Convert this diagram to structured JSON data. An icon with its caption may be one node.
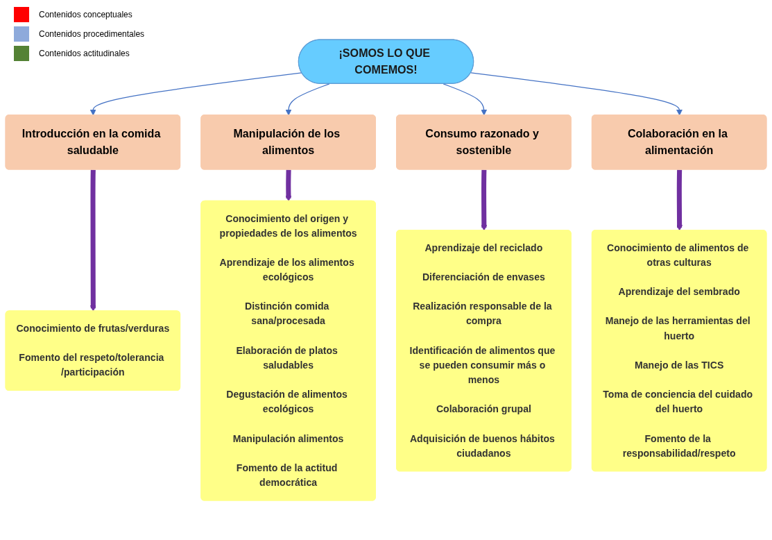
{
  "diagram": {
    "nodes": [
      {
        "text": [
          "¡SOMOS LO QUE COMEMOS!"
        ]
      },
      {
        "text": [
          "Introducción en la comida saludable"
        ]
      },
      {
        "text": [
          "Manipulación de los alimentos"
        ]
      },
      {
        "text": [
          "Consumo razonado y sostenible"
        ]
      },
      {
        "text": [
          "Colaboración en la alimentación"
        ]
      },
      {
        "text": [
          "Conocimiento de frutas/verduras",
          "Fomento del respeto/tolerancia /participación"
        ]
      },
      {
        "text": [
          "Conocimiento del origen y propiedades de los alimentos",
          "Aprendizaje de los alimentos ecológicos",
          "Distinción comida sana/procesada",
          "Elaboración de platos saludables",
          "Degustación de alimentos ecológicos",
          "Manipulación alimentos",
          "Fomento de la actitud democrática"
        ]
      },
      {
        "text": [
          "Aprendizaje del reciclado",
          "Diferenciación de envases",
          "Realización responsable de la compra",
          "Identificación de alimentos que se pueden consumir más o menos",
          "Colaboración grupal",
          "Adquisición de buenos hábitos ciudadanos"
        ]
      },
      {
        "text": [
          "Conocimiento de alimentos de otras culturas",
          "Aprendizaje del sembrado",
          "Manejo de las herramientas del huerto",
          "Manejo de las TICS",
          "Toma de conciencia del cuidado del huerto",
          "Fomento de la responsabilidad/respeto"
        ]
      }
    ],
    "edges": [
      {
        "from": 0,
        "to": 1,
        "arrow": "to"
      },
      {
        "from": 0,
        "to": 2,
        "arrow": "to"
      },
      {
        "from": 0,
        "to": 3,
        "arrow": "to"
      },
      {
        "from": 0,
        "to": 4,
        "arrow": "to"
      },
      {
        "from": 1,
        "to": 5,
        "arrow": "to",
        "style": "thick",
        "color": "#7030a0"
      },
      {
        "from": 2,
        "to": 6,
        "arrow": "to",
        "style": "thick",
        "color": "#7030a0"
      },
      {
        "from": 3,
        "to": 7,
        "arrow": "to",
        "style": "thick",
        "color": "#7030a0"
      },
      {
        "from": 4,
        "to": 8,
        "arrow": "to",
        "style": "thick",
        "color": "#7030a0"
      }
    ],
    "legend": [
      {
        "text": "Contenidos conceptuales",
        "color": "#ff0000"
      },
      {
        "text": "Contenidos procedimentales",
        "color": "#8eaadb"
      },
      {
        "text": "Contenidos actitudinales",
        "color": "#548235"
      }
    ]
  }
}
